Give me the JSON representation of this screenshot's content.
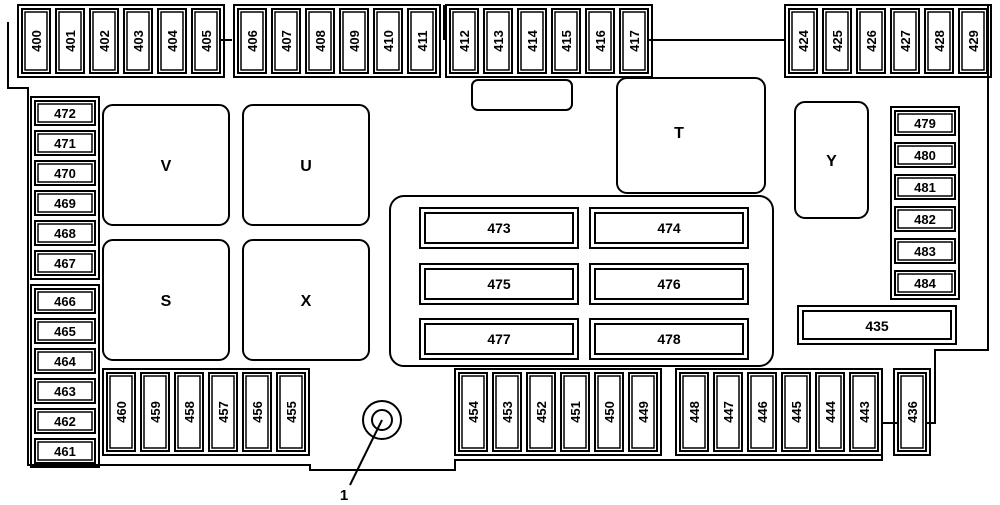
{
  "colors": {
    "line": "#000000",
    "background": "#ffffff"
  },
  "top_row_a": [
    "400",
    "401",
    "402",
    "403",
    "404",
    "405"
  ],
  "top_row_b": [
    "406",
    "407",
    "408",
    "409",
    "410",
    "411"
  ],
  "top_row_c": [
    "412",
    "413",
    "414",
    "415",
    "416",
    "417"
  ],
  "top_row_d": [
    "424",
    "425",
    "426",
    "427",
    "428",
    "429"
  ],
  "left_column_upper": [
    "472",
    "471",
    "470",
    "469",
    "468",
    "467"
  ],
  "left_column_lower": [
    "466",
    "465",
    "464",
    "463",
    "462",
    "461"
  ],
  "right_column": [
    "479",
    "480",
    "481",
    "482",
    "483",
    "484"
  ],
  "bottom_row_a": [
    "460",
    "459",
    "458",
    "457",
    "456",
    "455"
  ],
  "bottom_row_b": [
    "454",
    "453",
    "452",
    "451",
    "450",
    "449"
  ],
  "bottom_row_c": [
    "448",
    "447",
    "446",
    "445",
    "444",
    "443"
  ],
  "bottom_single": "436",
  "wide_fuse_right": "435",
  "center_grid": [
    "473",
    "474",
    "475",
    "476",
    "477",
    "478"
  ],
  "relays": {
    "V": "V",
    "U": "U",
    "S": "S",
    "X": "X",
    "T": "T",
    "Y": "Y"
  },
  "callout_label": "1"
}
